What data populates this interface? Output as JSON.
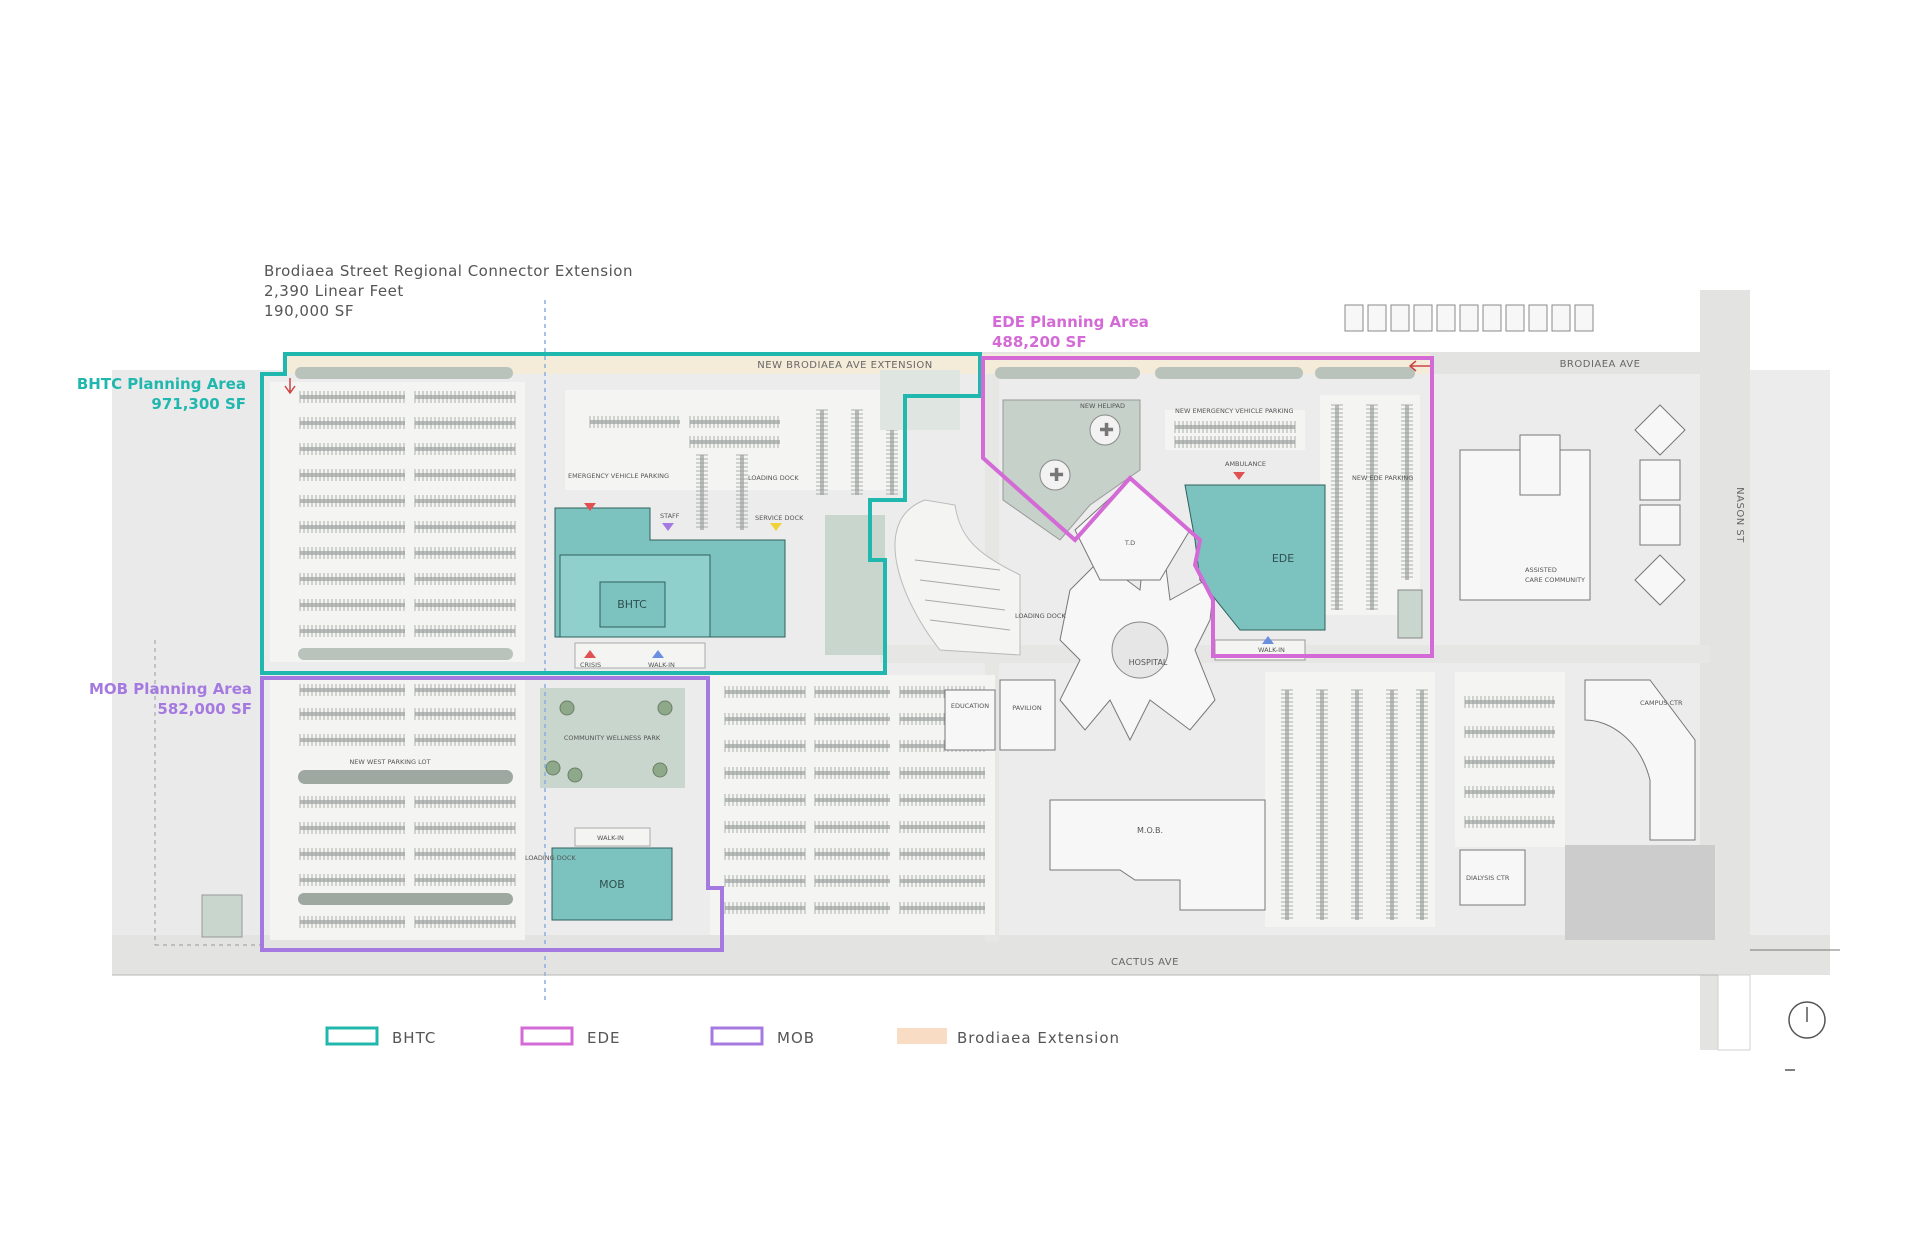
{
  "header": {
    "title": "Brodiaea Street Regional Connector Extension",
    "length": "2,390 Linear Feet",
    "area": "190,000 SF"
  },
  "planning_areas": {
    "bhtc": {
      "label": "BHTC Planning Area",
      "area": "971,300 SF",
      "color": "#20b7ae"
    },
    "ede": {
      "label": "EDE Planning Area",
      "area": "488,200 SF",
      "color": "#d36ad6"
    },
    "mob": {
      "label": "MOB Planning Area",
      "area": "582,000 SF",
      "color": "#a57ae0"
    }
  },
  "streets": {
    "brodiaea_ext": "NEW BRODIAEA AVE EXTENSION",
    "brodiaea": "BRODIAEA AVE",
    "cactus": "CACTUS AVE",
    "nason": "NASON ST"
  },
  "buildings": {
    "bhtc": "BHTC",
    "ede": "EDE",
    "mob_new": "MOB",
    "hospital": "HOSPITAL",
    "mob_existing": "M.O.B.",
    "education": "EDUCATION",
    "pavilion": "PAVILION",
    "td": "T.D",
    "assisted_1": "ASSISTED",
    "assisted_2": "CARE COMMUNITY",
    "campus_ctr": "CAMPUS CTR",
    "dialysis_ctr": "DIALYSIS CTR"
  },
  "site_labels": {
    "new_helipad": "NEW HELIPAD",
    "new_emergency_parking": "NEW EMERGENCY VEHICLE PARKING",
    "ambulance": "AMBULANCE",
    "new_ede_parking": "NEW EDE PARKING",
    "walk_in": "WALK-IN",
    "loading_dock": "LOADING DOCK",
    "community_wellness_park": "COMMUNITY WELLNESS PARK",
    "new_west_parking_lot": "NEW WEST PARKING LOT",
    "emergency_vehicle_parking": "EMERGENCY VEHICLE PARKING",
    "service_dock": "SERVICE DOCK",
    "staff": "STAFF",
    "crisis": "CRISIS",
    "walk_in_mob": "WALK-IN"
  },
  "legend": [
    {
      "label": "BHTC",
      "color": "#20b7ae",
      "kind": "outline"
    },
    {
      "label": "EDE",
      "color": "#d36ad6",
      "kind": "outline"
    },
    {
      "label": "MOB",
      "color": "#a57ae0",
      "kind": "outline"
    },
    {
      "label": "Brodiaea Extension",
      "color": "#f9dcc4",
      "kind": "fill"
    }
  ],
  "palette": {
    "site": "#ececec",
    "road": "#e3e4e2",
    "parking_bg": "#f4f5f3",
    "stall": "#9a9e9c",
    "green": "#c9d6cd",
    "building_new": "#7cc3c0",
    "building_existing": "#f7f7f7",
    "brodiaea_fill": "#f4ecd9"
  }
}
